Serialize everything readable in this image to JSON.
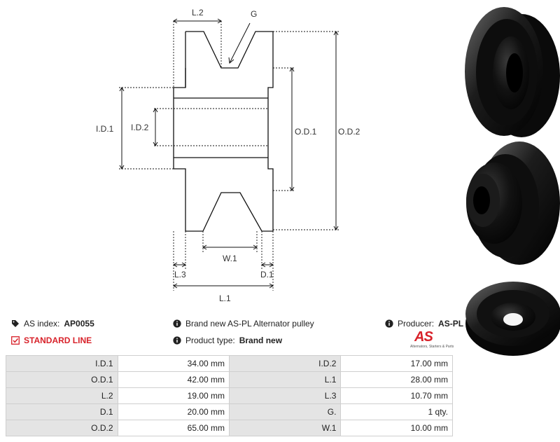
{
  "diagram": {
    "labels": {
      "l2": "L.2",
      "g": "G",
      "id1": "I.D.1",
      "id2": "I.D.2",
      "od1": "O.D.1",
      "od2": "O.D.2",
      "w1": "W.1",
      "l3": "L.3",
      "d1": "D.1",
      "l1": "L.1"
    }
  },
  "info": {
    "as_index_label": "AS index:",
    "as_index_value": "AP0055",
    "standard_line": "STANDARD LINE",
    "description": "Brand new AS-PL Alternator pulley",
    "product_type_label": "Product type:",
    "product_type_value": "Brand new",
    "producer_label": "Producer:",
    "producer_value": "AS-PL"
  },
  "logo": {
    "mark": "AS",
    "tagline": "Alternators, Starters & Parts"
  },
  "specs": [
    [
      "I.D.1",
      "34.00 mm",
      "I.D.2",
      "17.00 mm"
    ],
    [
      "O.D.1",
      "42.00 mm",
      "L.1",
      "28.00 mm"
    ],
    [
      "L.2",
      "19.00 mm",
      "L.3",
      "10.70 mm"
    ],
    [
      "D.1",
      "20.00 mm",
      "G.",
      "1 qty."
    ],
    [
      "O.D.2",
      "65.00 mm",
      "W.1",
      "10.00 mm"
    ]
  ],
  "colors": {
    "accent": "#d8222a",
    "table_header_bg": "#e4e4e4"
  }
}
